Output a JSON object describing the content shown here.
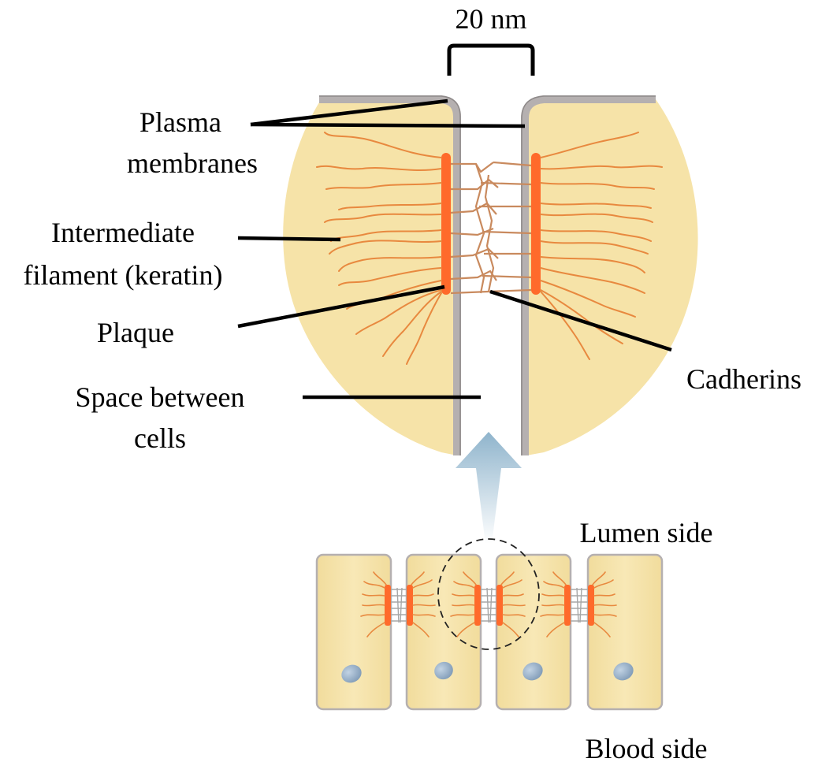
{
  "scale_label": "20 nm",
  "labels": {
    "plasma_membranes": [
      "Plasma",
      "membranes"
    ],
    "intermediate_filament": [
      "Intermediate",
      "filament (keratin)"
    ],
    "plaque": "Plaque",
    "space_between_cells": [
      "Space between",
      "cells"
    ],
    "cadherins": "Cadherins",
    "lumen_side": "Lumen side",
    "blood_side": "Blood side"
  },
  "colors": {
    "cytoplasm": "#f6e3a8",
    "membrane": "#b5b0b0",
    "plaque": "#ff6a2b",
    "filament": "#e8893f",
    "nucleus": "#8fa9c4",
    "arrow": "#a9c6d8"
  }
}
